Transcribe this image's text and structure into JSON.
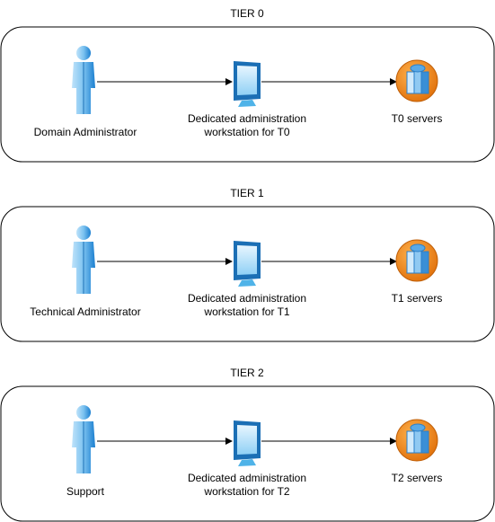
{
  "tiers": [
    {
      "title": "TIER 0",
      "user_label": "Domain Administrator",
      "workstation_label": [
        "Dedicated administration",
        "workstation for T0"
      ],
      "server_label": "T0 servers"
    },
    {
      "title": "TIER 1",
      "user_label": "Technical Administrator",
      "workstation_label": [
        "Dedicated administration",
        "workstation for T1"
      ],
      "server_label": "T1 servers"
    },
    {
      "title": "TIER 2",
      "user_label": "Support",
      "workstation_label": [
        "Dedicated administration",
        "workstation for T2"
      ],
      "server_label": "T2 servers"
    }
  ],
  "icons": {
    "user": "user-icon",
    "workstation": "monitor-icon",
    "server": "server-icon"
  },
  "colors": {
    "frame_stroke": "#000000",
    "user_light": "#9cd3f5",
    "user_dark": "#1b7fd0",
    "monitor_light": "#4fb3e8",
    "monitor_dark": "#1b6fb5",
    "server_orange": "#f28c1a",
    "server_blue": "#3a8fd6"
  }
}
